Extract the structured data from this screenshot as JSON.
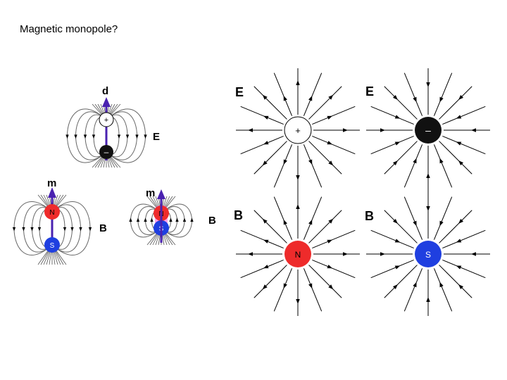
{
  "slide": {
    "title": "Magnetic monopole?"
  },
  "diagram": {
    "dipoles": {
      "electric": {
        "moment_label": "d",
        "field_label": "E",
        "top_charge": "+",
        "bottom_charge": "–"
      },
      "magnetic_loop": {
        "moment_label": "m",
        "field_label": "B",
        "north": "N",
        "south": "S"
      },
      "magnetic_bar": {
        "moment_label": "m",
        "field_label": "B",
        "north": "N",
        "south": "S"
      }
    },
    "monopoles": {
      "positive_charge": {
        "field_label": "E",
        "symbol": "+",
        "field_direction": "outward"
      },
      "negative_charge": {
        "field_label": "E",
        "symbol": "–",
        "field_direction": "inward"
      },
      "north_pole": {
        "field_label": "B",
        "symbol": "N",
        "field_direction": "outward"
      },
      "south_pole": {
        "field_label": "B",
        "symbol": "S",
        "field_direction": "inward"
      }
    },
    "colors": {
      "line": "#000000",
      "field_line": "#777777",
      "north": "#ee2b2b",
      "south": "#1f3fe0",
      "negative": "#111111",
      "positive": "#ffffff",
      "moment_arrow": "#4a22b0",
      "pink_glow": "#ff55dd"
    }
  }
}
